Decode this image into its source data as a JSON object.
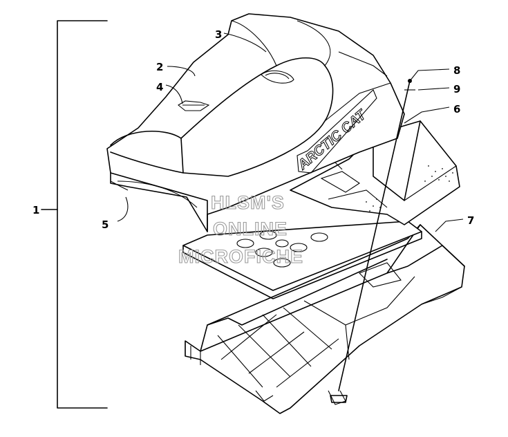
{
  "callouts": {
    "c1": "1",
    "c2": "2",
    "c3": "3",
    "c4": "4",
    "c5": "5",
    "c6": "6",
    "c7": "7",
    "c8": "8",
    "c9": "9"
  },
  "decal_text": "ARCTIC CAT",
  "watermark": {
    "line1": "HLSM'S",
    "line2": "ONLINE",
    "line3": "MICROFICHE"
  }
}
